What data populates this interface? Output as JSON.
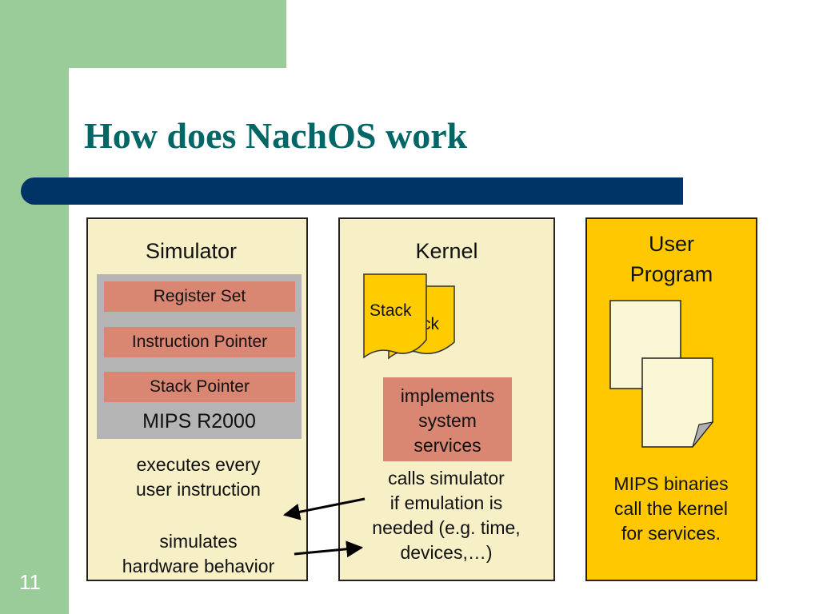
{
  "slide": {
    "title": "How does NachOS work",
    "number": "11"
  },
  "simulator": {
    "heading": "Simulator",
    "registers": [
      "Register Set",
      "Instruction Pointer",
      "Stack Pointer"
    ],
    "cpu_label": "MIPS R2000",
    "text1": [
      "executes every",
      "user instruction"
    ],
    "text2": [
      "simulates",
      "hardware behavior"
    ]
  },
  "kernel": {
    "heading": "Kernel",
    "stack_front": "Stack",
    "stack_back": "ck",
    "box_lines": [
      "implements",
      "system",
      "services"
    ],
    "text_lines": [
      "calls simulator",
      "if emulation is",
      "needed (e.g. time,",
      "devices,…)"
    ]
  },
  "user_program": {
    "heading_lines": [
      "User",
      "Program"
    ],
    "text_lines": [
      "MIPS binaries",
      "call the kernel",
      "for services."
    ]
  },
  "colors": {
    "green": "#99cc99",
    "navy": "#003366",
    "title": "#006666",
    "panel_beige": "#f7efc6",
    "panel_yellow": "#ffc800",
    "salmon": "#d98672",
    "gray": "#b4b4b4",
    "stack_yellow": "#ffcc00",
    "page_cream": "#fbf6d6"
  }
}
